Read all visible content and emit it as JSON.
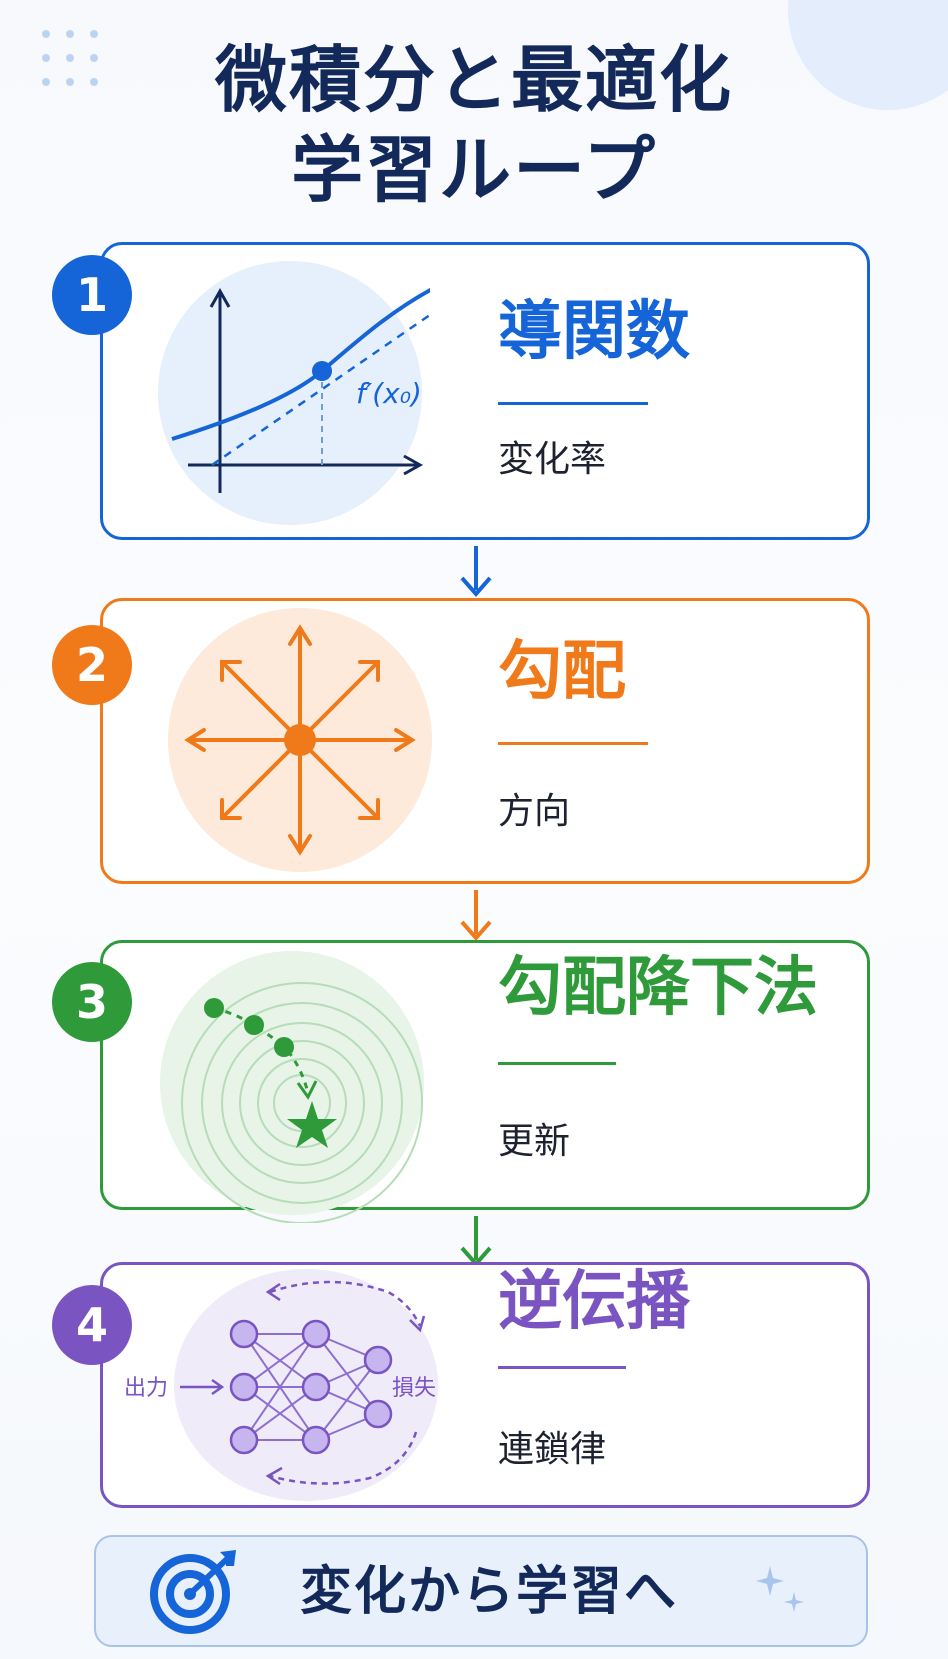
{
  "title": {
    "line1": "微積分と最適化",
    "line2": "学習ループ"
  },
  "colors": {
    "blue": "#1565d8",
    "orange": "#f07a1a",
    "green": "#2e9a3a",
    "purple": "#7a55c2",
    "navy": "#13295a"
  },
  "steps": [
    {
      "number": "1",
      "keyword": "導関数",
      "subtitle": "変化率",
      "illustration": "tangent-line-graph",
      "formula": "f′(x₀)",
      "color": "#1565d8"
    },
    {
      "number": "2",
      "keyword": "勾配",
      "subtitle": "方向",
      "illustration": "radiating-arrows",
      "color": "#f07a1a"
    },
    {
      "number": "3",
      "keyword": "勾配降下法",
      "subtitle": "更新",
      "illustration": "contour-descent-path",
      "color": "#2e9a3a"
    },
    {
      "number": "4",
      "keyword": "逆伝播",
      "subtitle": "連鎖律",
      "illustration": "neural-network",
      "left_label": "出力",
      "right_label": "損失",
      "color": "#7a55c2"
    }
  ],
  "banner": {
    "text": "変化から学習へ",
    "icon": "target-icon"
  }
}
